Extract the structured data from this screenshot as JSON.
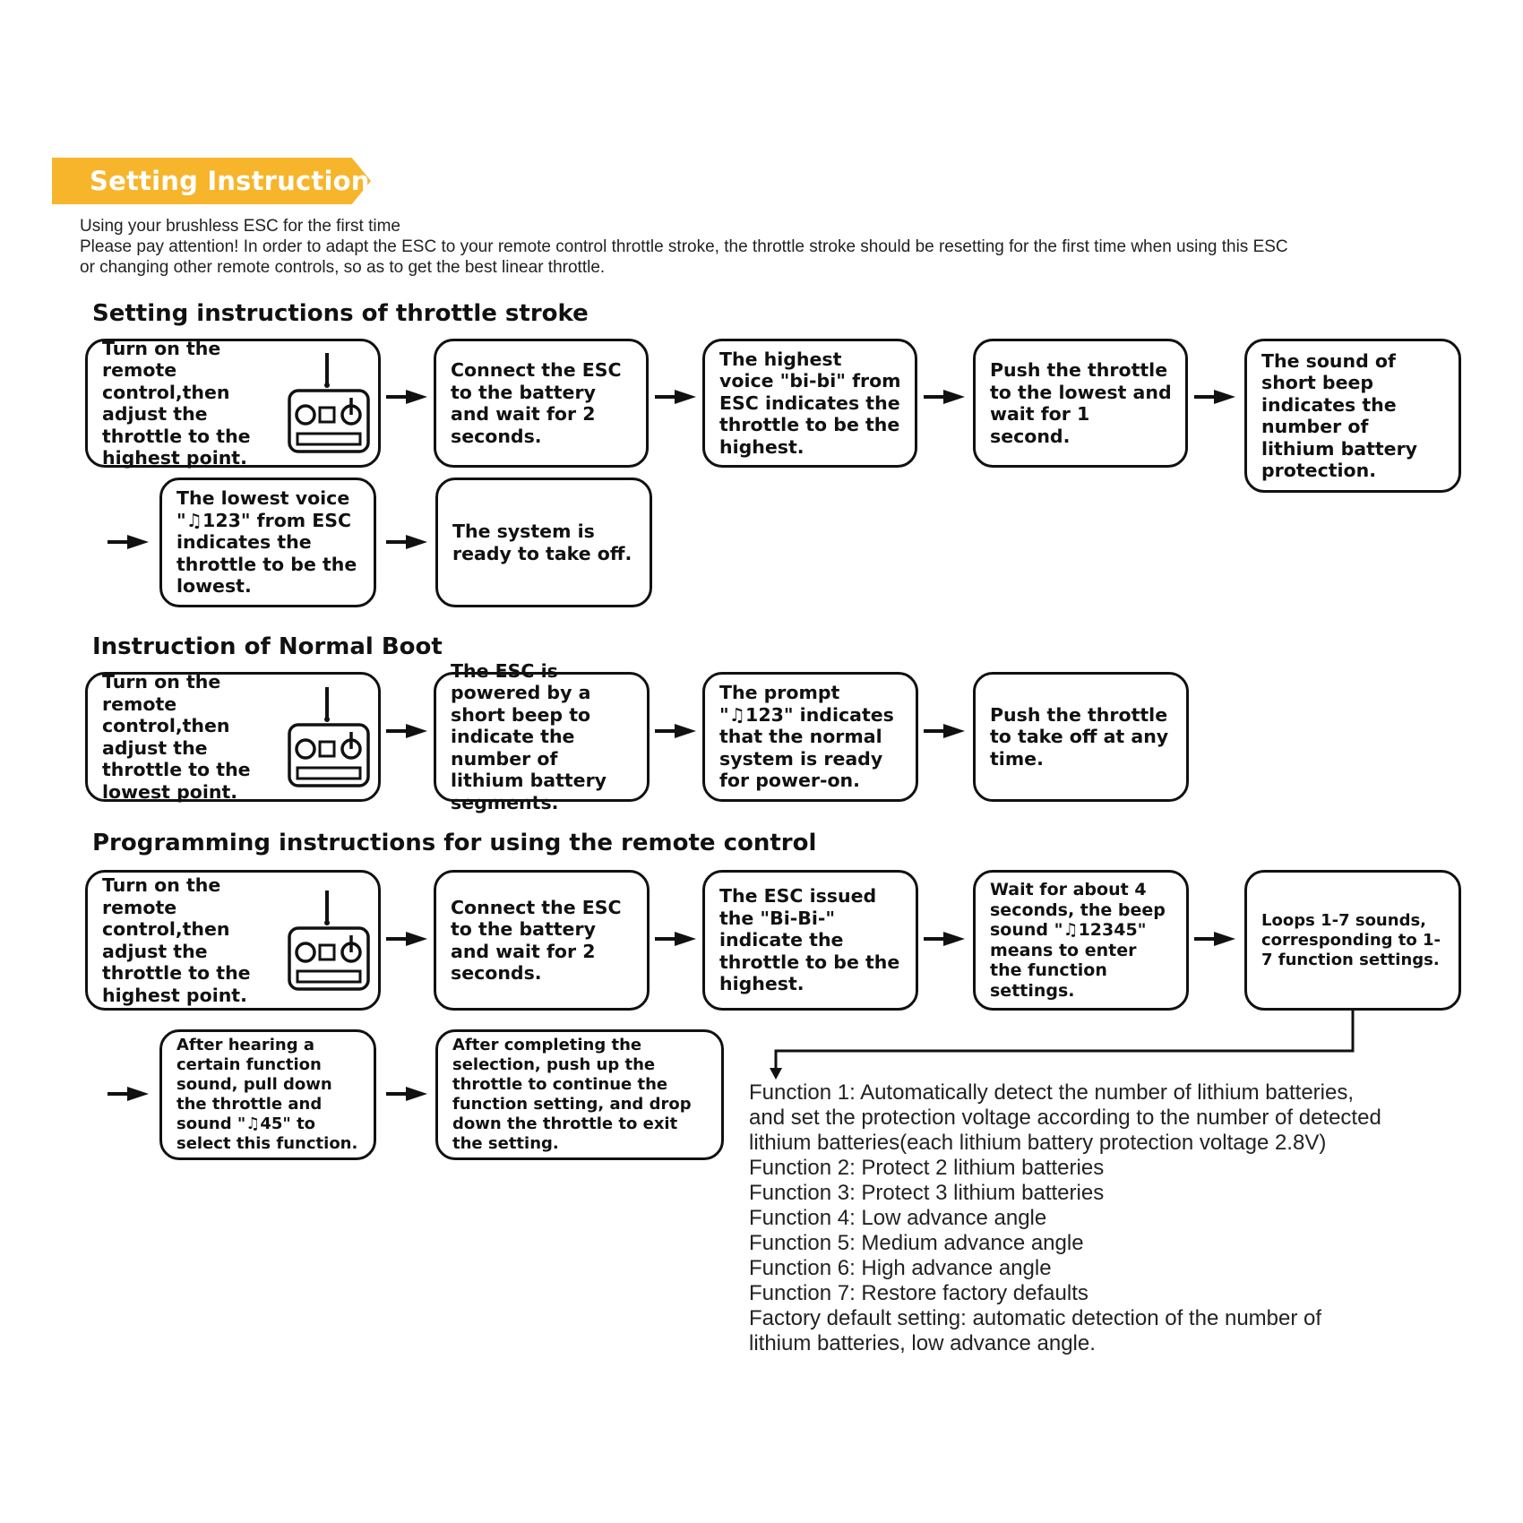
{
  "banner": {
    "title": "Setting Instruction"
  },
  "intro": {
    "line1": "Using your brushless ESC for the first time",
    "line2": "Please pay attention! In order to adapt the ESC to your remote control throttle stroke, the throttle stroke should be resetting for the first time when using this ESC",
    "line3": "or changing other remote controls, so as to get  the best linear throttle."
  },
  "throttle": {
    "title": "Setting instructions of throttle stroke",
    "steps": [
      "Turn on the remote control,then adjust the throttle to the highest point.",
      "Connect the ESC to the battery and wait for 2 seconds.",
      "The highest voice \"bi-bi\" from ESC indicates the throttle to be the highest.",
      "Push the throttle to the lowest and wait for 1 second.",
      "The sound of short beep indicates the number of lithium battery protection.",
      "The lowest voice \"♫123\" from ESC indicates the throttle to be the lowest.",
      "The system is ready to take off."
    ]
  },
  "boot": {
    "title": "Instruction of Normal Boot",
    "steps": [
      "Turn on the remote control,then adjust the throttle to the lowest point.",
      "The ESC is powered by a short beep to indicate the number of lithium battery segments.",
      "The prompt \"♫123\" indicates that the normal system is ready for power-on.",
      "Push the throttle to take off at any time."
    ]
  },
  "programming": {
    "title": "Programming instructions for using the remote control",
    "steps": [
      "Turn on the remote control,then adjust the throttle to the highest point.",
      "Connect the ESC to the battery and wait for 2 seconds.",
      "The ESC issued the \"Bi-Bi-\" indicate the throttle to be the highest.",
      "Wait for about 4 seconds, the beep sound \"♫12345\" means to enter the function settings.",
      "Loops 1-7 sounds, corresponding to 1-7 function settings.",
      "After hearing a certain function sound, pull down the throttle and sound \"♫45\" to select this function.",
      "After completing the selection, push up the throttle to continue the function setting, and drop down the throttle to exit the setting."
    ]
  },
  "functions": [
    "Function 1: Automatically detect the number of lithium batteries,",
    "and set the protection voltage according to the number of detected",
    "lithium batteries(each lithium battery protection voltage 2.8V)",
    "Function 2: Protect 2 lithium batteries",
    "Function 3: Protect 3 lithium batteries",
    "Function 4: Low advance angle",
    "Function 5: Medium advance angle",
    "Function 6: High advance angle",
    "Function 7: Restore factory defaults",
    "Factory default setting: automatic detection of the number of",
    "lithium batteries, low advance angle."
  ],
  "colors": {
    "banner": "#f7b52b",
    "ink": "#111111"
  },
  "icons": [
    "remote-control-icon",
    "arrow-right-icon",
    "connector-arrow-icon"
  ]
}
